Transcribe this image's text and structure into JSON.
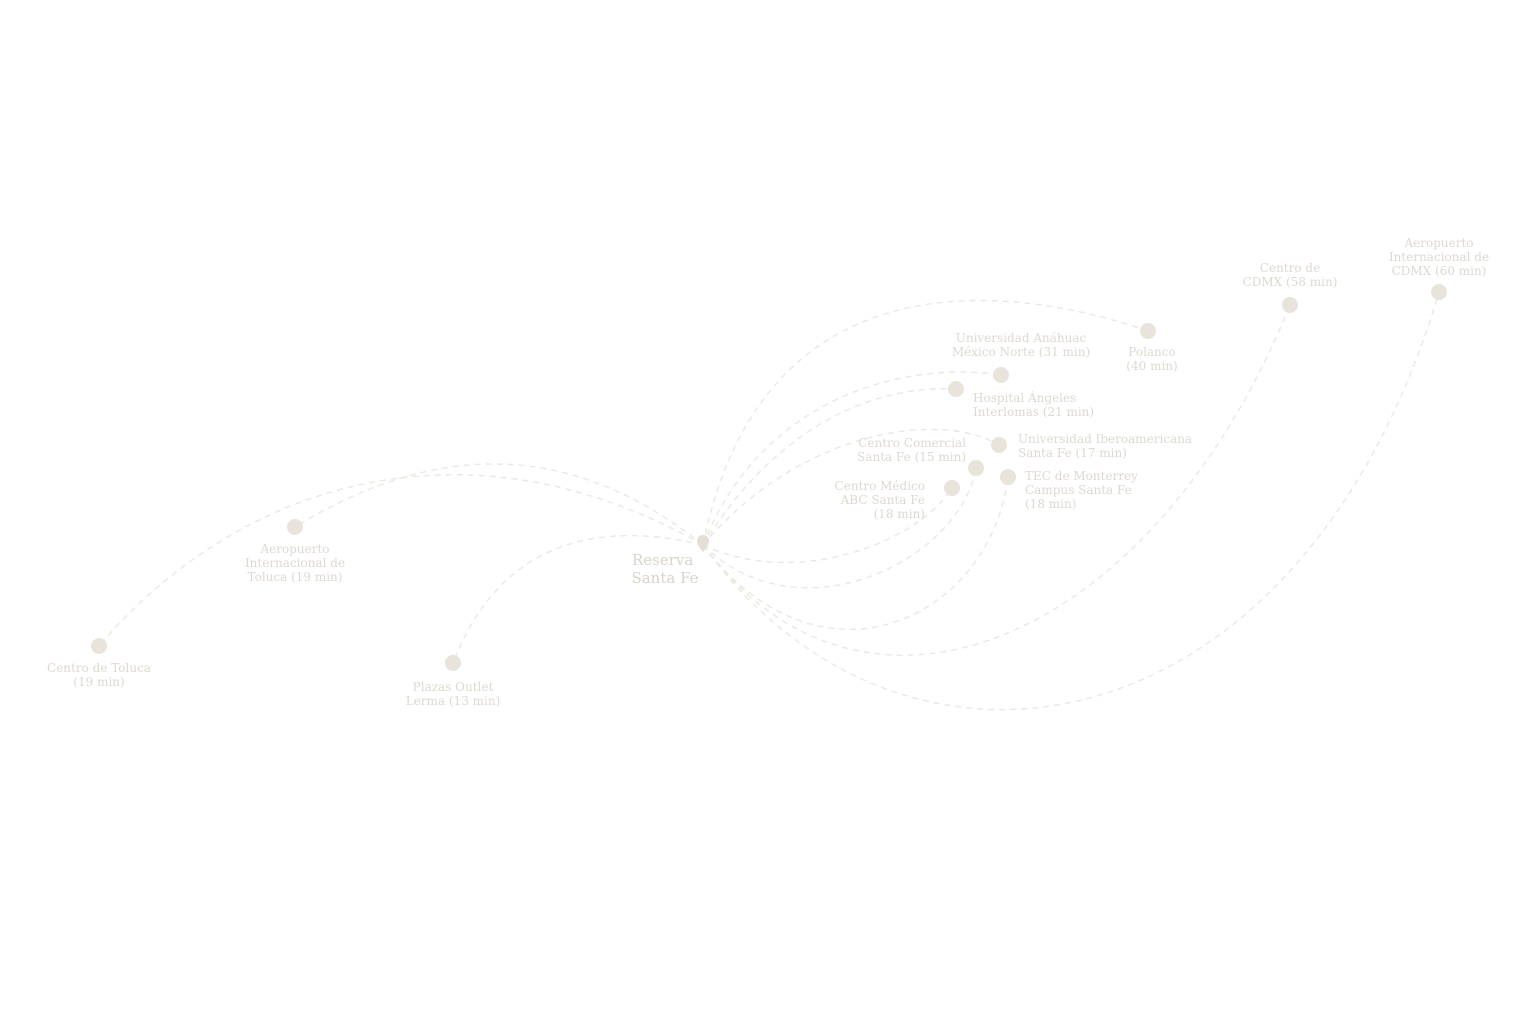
{
  "origin": {
    "name_lines": [
      "Reserva",
      "Santa Fe"
    ],
    "icon": "location-pin-icon"
  },
  "destinations": [
    {
      "id": "centro-toluca",
      "lines": [
        "Centro de Toluca",
        "(19 min)"
      ]
    },
    {
      "id": "aeropuerto-toluca",
      "lines": [
        "Aeropuerto",
        "Internacional de",
        "Toluca (19 min)"
      ]
    },
    {
      "id": "plazas-outlet-lerma",
      "lines": [
        "Plazas Outlet",
        "Lerma (13 min)"
      ]
    },
    {
      "id": "universidad-anahuac",
      "lines": [
        "Universidad Anáhuac",
        "México Norte (31 min)"
      ]
    },
    {
      "id": "hospital-angeles",
      "lines": [
        "Hospital Ángeles",
        "Interlomas (21 min)"
      ]
    },
    {
      "id": "centro-comercial-santa-fe",
      "lines": [
        "Centro Comercial",
        "Santa Fe (15 min)"
      ]
    },
    {
      "id": "universidad-iberoamericana",
      "lines": [
        "Universidad Iberoamericana",
        "Santa Fe (17 min)"
      ]
    },
    {
      "id": "centro-medico-abc",
      "lines": [
        "Centro Médico",
        "ABC Santa Fe",
        "(18 min)"
      ]
    },
    {
      "id": "tec-monterrey",
      "lines": [
        "TEC de Monterrey",
        "Campus Santa Fe",
        "(18 min)"
      ]
    },
    {
      "id": "polanco",
      "lines": [
        "Polanco",
        "(40 min)"
      ]
    },
    {
      "id": "centro-cdmx",
      "lines": [
        "Centro de",
        "CDMX (58 min)"
      ]
    },
    {
      "id": "aeropuerto-cdmx",
      "lines": [
        "Aeropuerto",
        "Internacional de",
        "CDMX (60 min)"
      ]
    }
  ],
  "colors": {
    "route": "#ebe8e2",
    "dot": "#e8e4dc",
    "label": "#ddd9d1"
  }
}
